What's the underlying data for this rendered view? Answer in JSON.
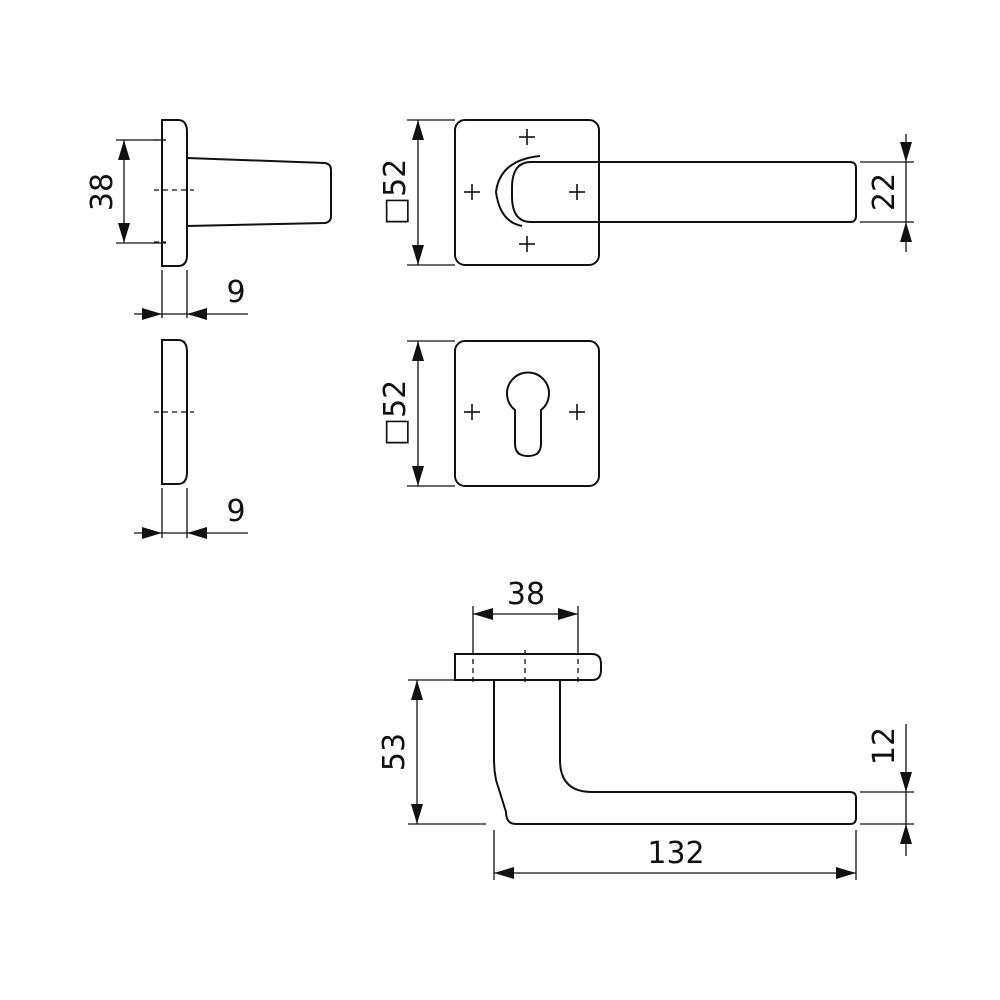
{
  "dimensions": {
    "side_rosette_height": "38",
    "side_rosette_thickness": "9",
    "side_escutcheon_thickness": "9",
    "rosette_size": "□52",
    "escutcheon_size": "□52",
    "lever_width": "22",
    "bottom_rosette_width": "38",
    "lever_height": "53",
    "lever_length": "132",
    "lever_thickness": "12"
  }
}
